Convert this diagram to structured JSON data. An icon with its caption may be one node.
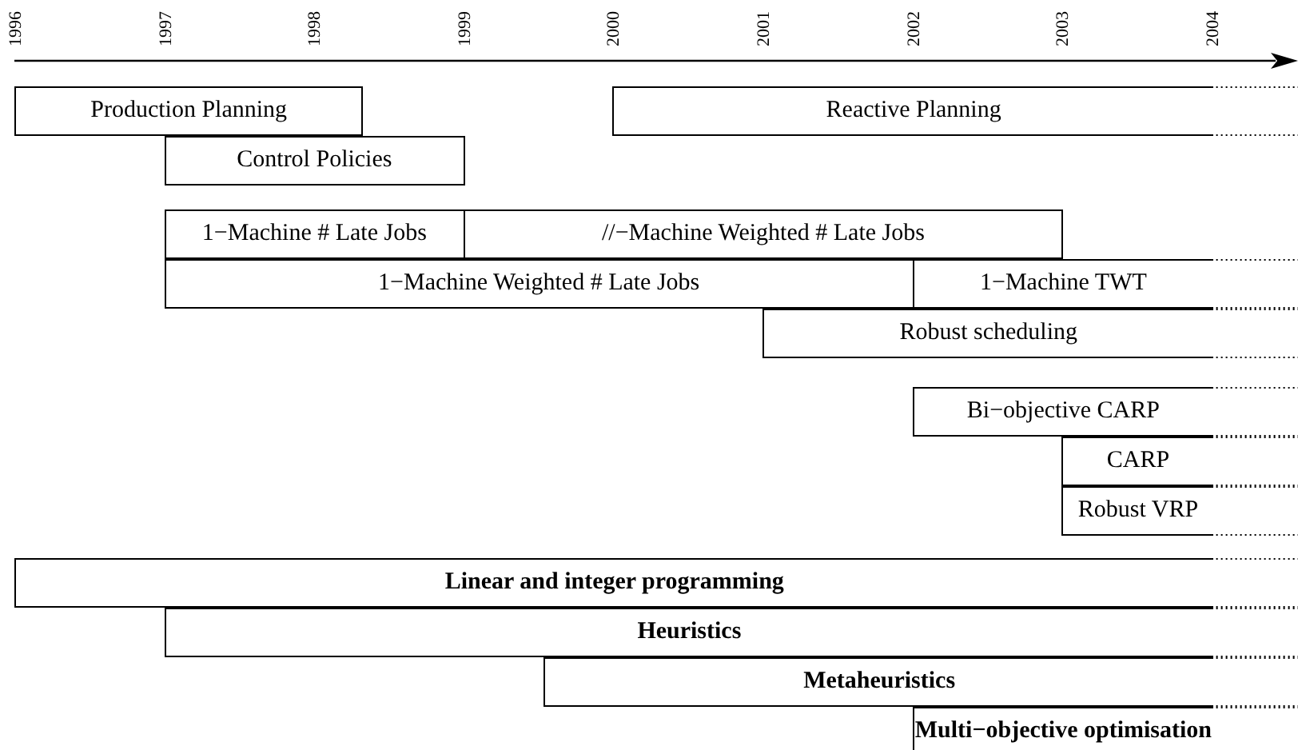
{
  "diagram": {
    "nodes": [
      {
        "text": [
          "Production Planning"
        ]
      },
      {
        "text": [
          "Reactive Planning"
        ]
      },
      {
        "text": [
          "Control Policies"
        ]
      },
      {
        "text": [
          "1−Machine # Late Jobs"
        ]
      },
      {
        "text": [
          "//−Machine Weighted # Late Jobs"
        ]
      },
      {
        "text": [
          "1−Machine Weighted # Late Jobs"
        ]
      },
      {
        "text": [
          "1−Machine TWT"
        ]
      },
      {
        "text": [
          "Robust scheduling"
        ]
      },
      {
        "text": [
          "Bi−objective CARP"
        ]
      },
      {
        "text": [
          "CARP"
        ]
      },
      {
        "text": [
          "Robust VRP"
        ]
      },
      {
        "text": [
          "Linear and integer programming"
        ]
      },
      {
        "text": [
          "Heuristics"
        ]
      },
      {
        "text": [
          "Metaheuristics"
        ]
      },
      {
        "text": [
          "Multi−objective optimisation"
        ]
      }
    ],
    "labels": [
      "1996",
      "1997",
      "1998",
      "1999",
      "2000",
      "2001",
      "2002",
      "2003",
      "2004"
    ]
  }
}
